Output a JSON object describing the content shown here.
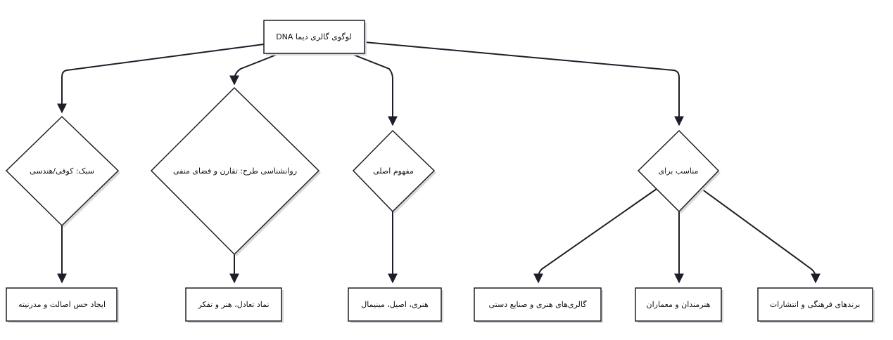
{
  "diagram": {
    "root": {
      "label": "لوگوی گالری دیما DNA"
    },
    "decisions": [
      {
        "label": "سبک: کوفی/هندسی"
      },
      {
        "label": "روانشناسی طرح: تقارن و فضای منفی"
      },
      {
        "label": "مفهوم اصلی"
      },
      {
        "label": "مناسب برای"
      }
    ],
    "outcomes": [
      {
        "label": "ایجاد حس اصالت و مدرنیته"
      },
      {
        "label": "نماد تعادل، هنر و تفکر"
      },
      {
        "label": "هنری، اصیل، مینیمال"
      },
      {
        "label": "گالری‌های هنری و صنایع دستی"
      },
      {
        "label": "هنرمندان و معماران"
      },
      {
        "label": "برندهای فرهنگی و انتشارات"
      }
    ],
    "colors": {
      "stroke": "#1e1e2a",
      "fill": "#ffffff",
      "shadow": "#d9d9d9",
      "text": "#111111"
    }
  }
}
